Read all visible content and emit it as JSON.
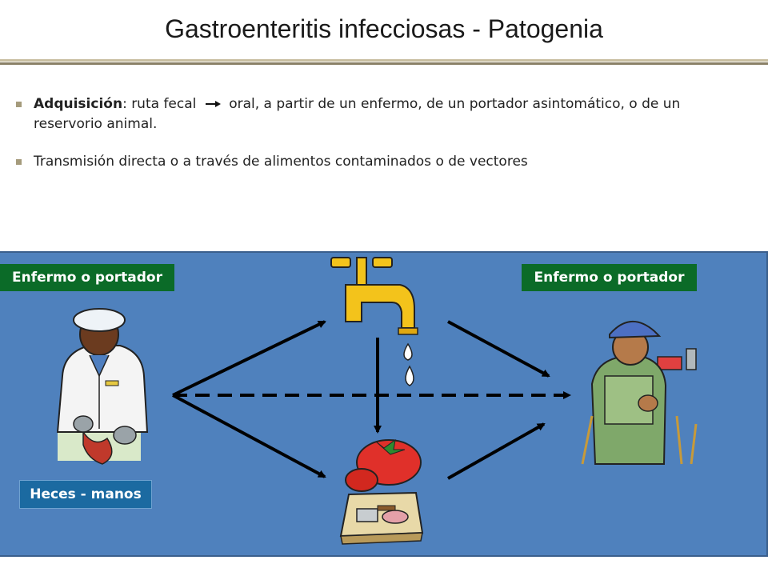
{
  "title": "Gastroenteritis infecciosas - Patogenia",
  "bullets": {
    "b1_term": "Adquisición",
    "b1_before": ": ruta fecal",
    "b1_after": "oral, a partir de un enfermo, de un portador asintomático, o de un reservorio animal.",
    "b2": "Transmisión directa o a través de alimentos contaminados o de vectores"
  },
  "diagram": {
    "label_left": "Enfermo o portador",
    "label_right": "Enfermo o portador",
    "label_bottom": "Heces - manos"
  },
  "colors": {
    "panel": "#4f81bd",
    "label_green": "#0b6b28",
    "label_blue": "#1b6aa1",
    "bullet_mark": "#a59b7c"
  }
}
